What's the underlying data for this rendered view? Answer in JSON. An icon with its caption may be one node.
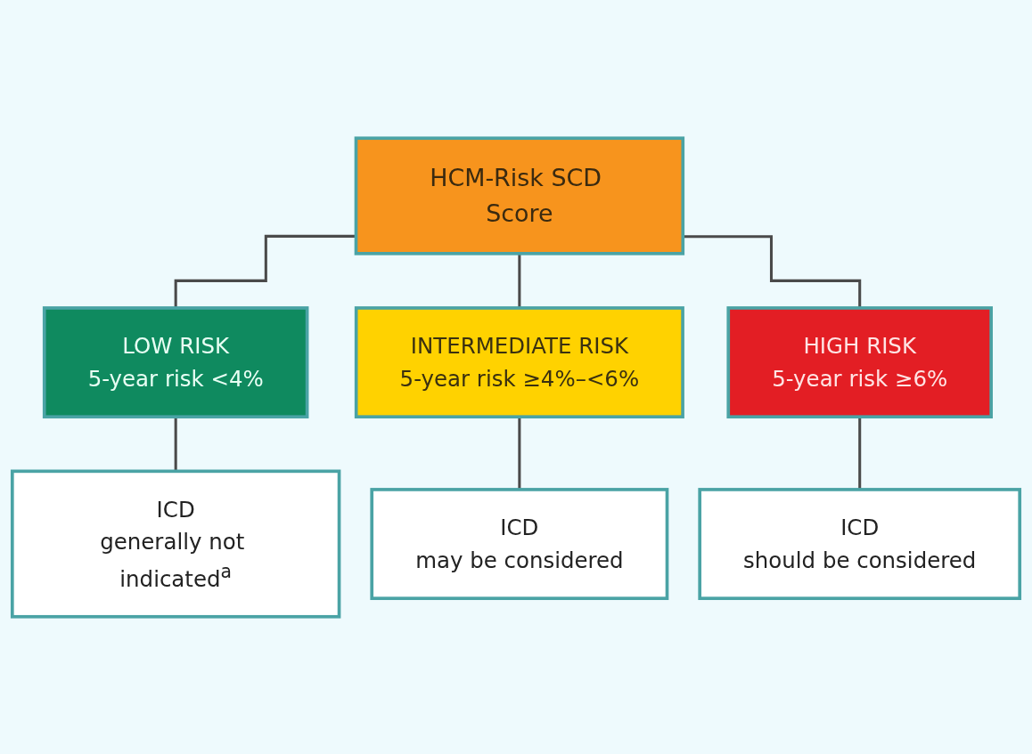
{
  "diagram": {
    "nodes": [
      {
        "text": [
          "HCM-Risk SCD Score"
        ]
      },
      {
        "text": [
          "LOW RISK",
          "5-year risk <4%"
        ]
      },
      {
        "text": [
          "INTERMEDIATE RISK",
          "5-year risk ≥4%–<6%"
        ]
      },
      {
        "text": [
          "HIGH RISK",
          "5-year risk ≥6%"
        ]
      },
      {
        "text": [
          "ICD",
          "generally not indicated$^{a}$"
        ]
      },
      {
        "text": [
          "ICD",
          "may be considered"
        ]
      },
      {
        "text": [
          "ICD",
          "should be considered"
        ]
      }
    ],
    "edges": [
      {
        "from": 0,
        "to": 1,
        "arrow": "none"
      },
      {
        "from": 0,
        "to": 2,
        "arrow": "none"
      },
      {
        "from": 0,
        "to": 3,
        "arrow": "none"
      },
      {
        "from": 1,
        "to": 4,
        "arrow": "none"
      },
      {
        "from": 2,
        "to": 5,
        "arrow": "none"
      },
      {
        "from": 3,
        "to": 6,
        "arrow": "none"
      }
    ]
  }
}
